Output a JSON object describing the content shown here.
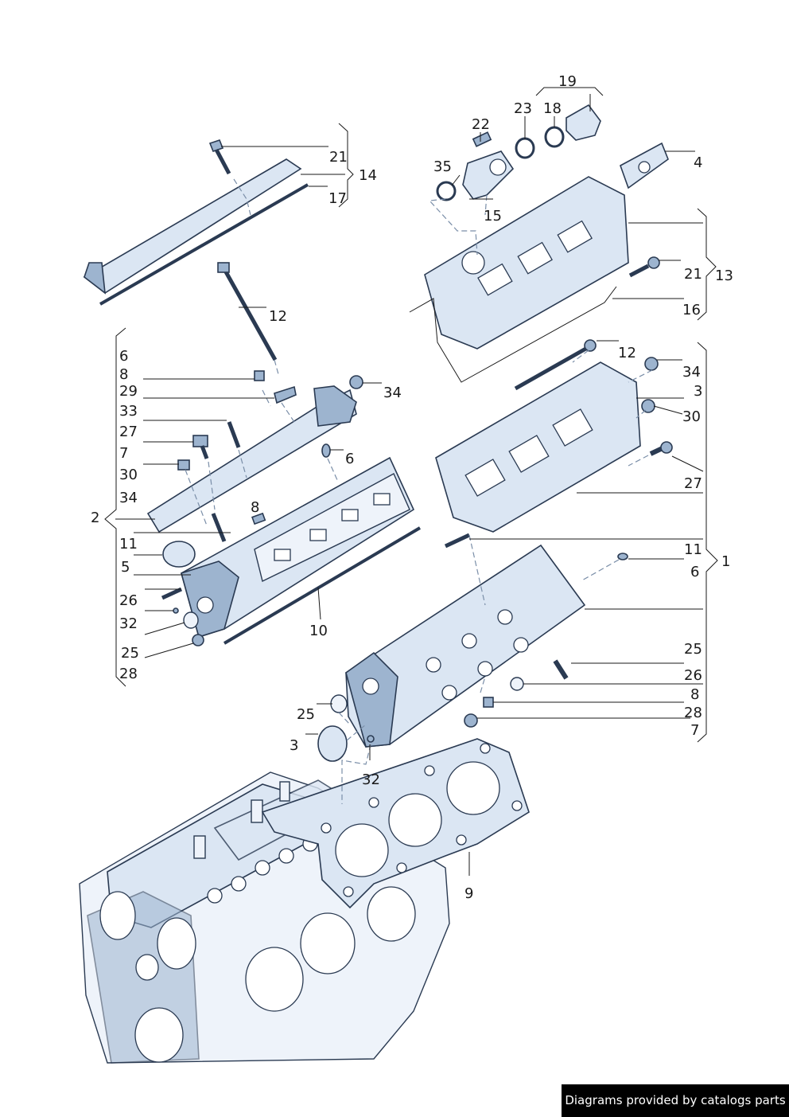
{
  "labels": {
    "l19": "19",
    "l23": "23",
    "l18": "18",
    "l22": "22",
    "l35": "35",
    "l4": "4",
    "l15": "15",
    "l21a": "21",
    "l14": "14",
    "l17": "17",
    "l21b": "21",
    "l13": "13",
    "l16": "16",
    "l12a": "12",
    "l12b": "12",
    "l6a": "6",
    "l8a": "8",
    "l29": "29",
    "l33": "33",
    "l27a": "27",
    "l7a": "7",
    "l30a": "30",
    "l34a": "34",
    "l2": "2",
    "l11a": "11",
    "l5": "5",
    "l26a": "26",
    "l32a": "32",
    "l25a": "25",
    "l28a": "28",
    "l8b": "8",
    "l6b": "6",
    "l34b": "34",
    "l10": "10",
    "l34c": "34",
    "l3a": "3",
    "l30b": "30",
    "l27b": "27",
    "l11b": "11",
    "l6c": "6",
    "l1": "1",
    "l25b": "25",
    "l26b": "26",
    "l8c": "8",
    "l28b": "28",
    "l7b": "7",
    "l25c": "25",
    "l3b": "3",
    "l32b": "32",
    "l9": "9"
  },
  "credit": "Diagrams provided by catalogs parts"
}
